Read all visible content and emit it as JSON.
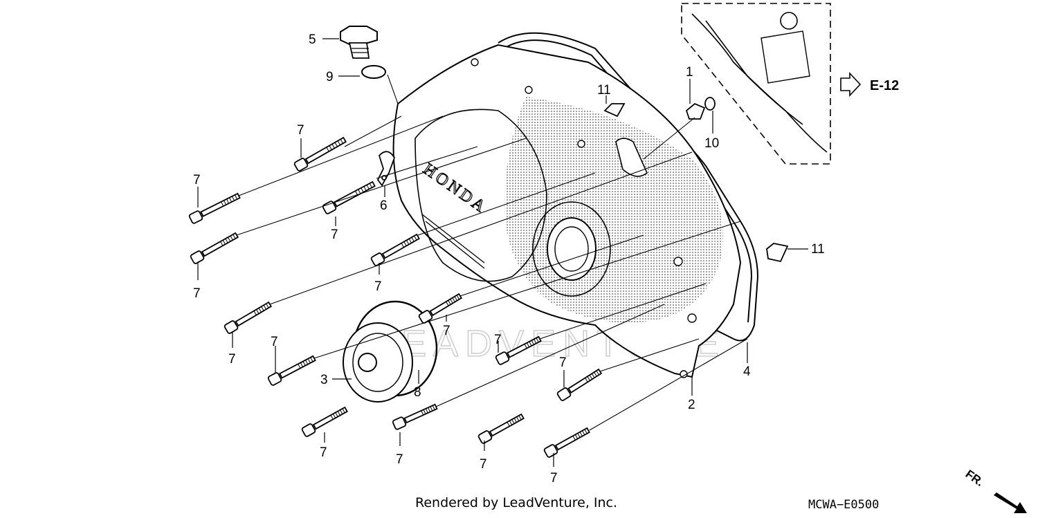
{
  "diagram": {
    "callouts": {
      "p1": "1",
      "p2": "2",
      "p3": "3",
      "p4": "4",
      "p5": "5",
      "p6": "6",
      "p7": "7",
      "p8": "8",
      "p9": "9",
      "p10": "10",
      "p11": "11"
    },
    "reference": "E-12",
    "cover_emboss": "HONDA",
    "watermark": "LEADVENTURE",
    "direction_mark": "FR.",
    "diagram_code": "MCWA−E0500",
    "credit": "Rendered by LeadVenture, Inc.",
    "colors": {
      "line": "#000000",
      "background": "#ffffff",
      "watermark": "#cfcfcf"
    }
  }
}
